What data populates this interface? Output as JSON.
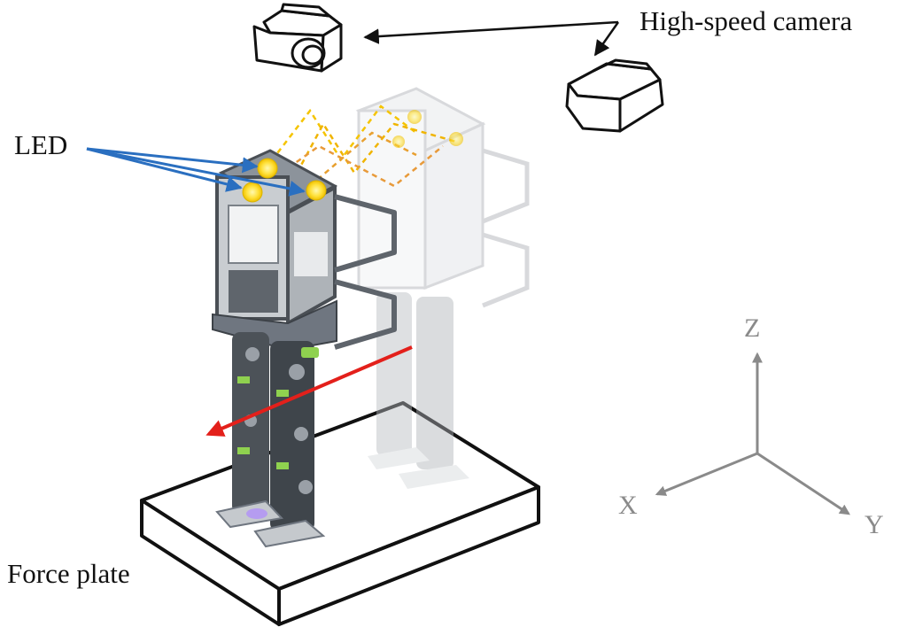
{
  "labels": {
    "camera": "High-speed camera",
    "led": "LED",
    "force_plate": "Force plate"
  },
  "axes": {
    "z": "Z",
    "x": "X",
    "y": "Y"
  },
  "colors": {
    "outline": "#111111",
    "led_arrow": "#2a6fc0",
    "motion_arrow": "#e3201b",
    "axis": "#8a8a8a",
    "led_light": "#ffe13a",
    "robot_frame": "#6f7680",
    "robot_dark": "#3d4248",
    "ghost": "#c8cbcf"
  },
  "icons": [
    "camera-icon",
    "camera-icon"
  ]
}
